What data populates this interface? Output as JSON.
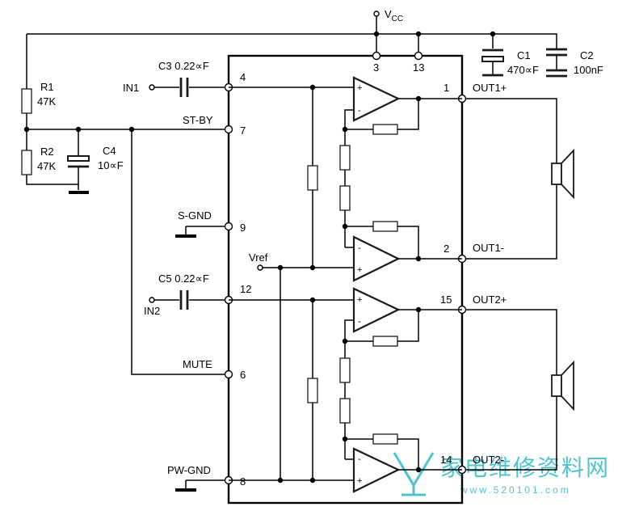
{
  "supply": {
    "vcc_main": "V",
    "vcc_sub": "CC"
  },
  "pins": {
    "p3": "3",
    "p13": "13",
    "p4": "4",
    "p7": "7",
    "p9": "9",
    "p12": "12",
    "p6": "6",
    "p8": "8",
    "p1": "1",
    "p2": "2",
    "p15": "15",
    "p14": "14"
  },
  "signals": {
    "in1": "IN1",
    "in2": "IN2",
    "st_by": "ST-BY",
    "s_gnd": "S-GND",
    "mute": "MUTE",
    "pw_gnd": "PW-GND",
    "vref": "Vref",
    "out1p": "OUT1+",
    "out1m": "OUT1-",
    "out2p": "OUT2+",
    "out2m": "OUT2-"
  },
  "components": {
    "c3": "C3 0.22∝F",
    "c5": "C5 0.22∝F",
    "r1_name": "R1",
    "r1_value": "47K",
    "r2_name": "R2",
    "r2_value": "47K",
    "c4_name": "C4",
    "c4_value": "10∝F",
    "c1_name": "C1",
    "c1_value": "470∝F",
    "c2_name": "C2",
    "c2_value": "100nF"
  },
  "amp_signs": {
    "plus": "+",
    "minus": "-"
  },
  "watermark": {
    "text": "家电维修资料网",
    "url": "www.520101.com"
  },
  "colors": {
    "wire": "#000000",
    "watermark": "#4fc4cf"
  }
}
